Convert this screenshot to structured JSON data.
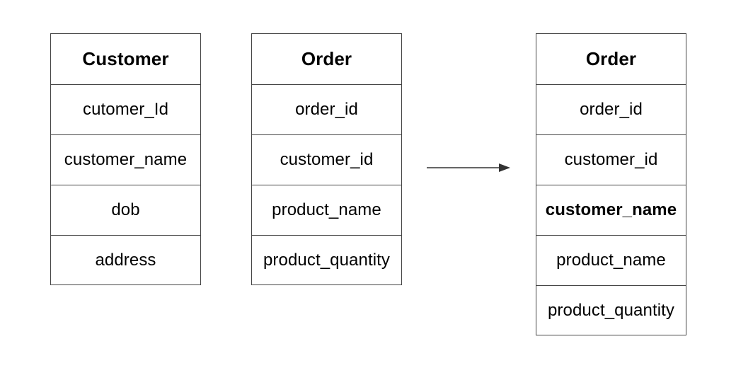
{
  "entities": {
    "customer": {
      "title": "Customer",
      "fields": [
        "cutomer_Id",
        "customer_name",
        "dob",
        "address"
      ]
    },
    "order_before": {
      "title": "Order",
      "fields": [
        "order_id",
        "customer_id",
        "product_name",
        "product_quantity"
      ]
    },
    "order_after": {
      "title": "Order",
      "fields": [
        "order_id",
        "customer_id",
        "customer_name",
        "product_name",
        "product_quantity"
      ]
    }
  },
  "colors": {
    "border": "#444444",
    "text": "#000000",
    "arrow": "#333333"
  }
}
